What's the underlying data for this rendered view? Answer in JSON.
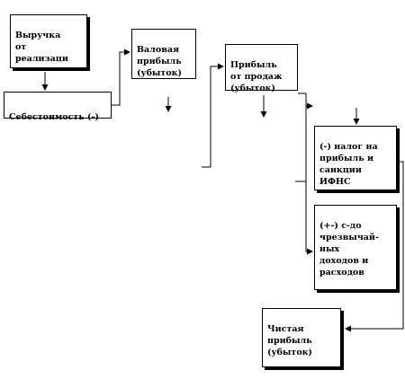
{
  "diagram": {
    "nodes": {
      "revenue": "Выручка\nот\nреализаци",
      "cost": "Себестоимость (-)",
      "gross_profit": "Валовая\nприбыль\n(убыток)",
      "sales_profit": "Прибыль\nот продаж\n(убыток)",
      "tax": "(-) налог на\nприбыль и\nсанкции\nИФНС",
      "extraordinary": "(+-) с-до\nчрезвычай-\nных\nдоходов и\nрасходов",
      "net_profit": "Чистая\nприбыль\n(убыток)"
    }
  }
}
